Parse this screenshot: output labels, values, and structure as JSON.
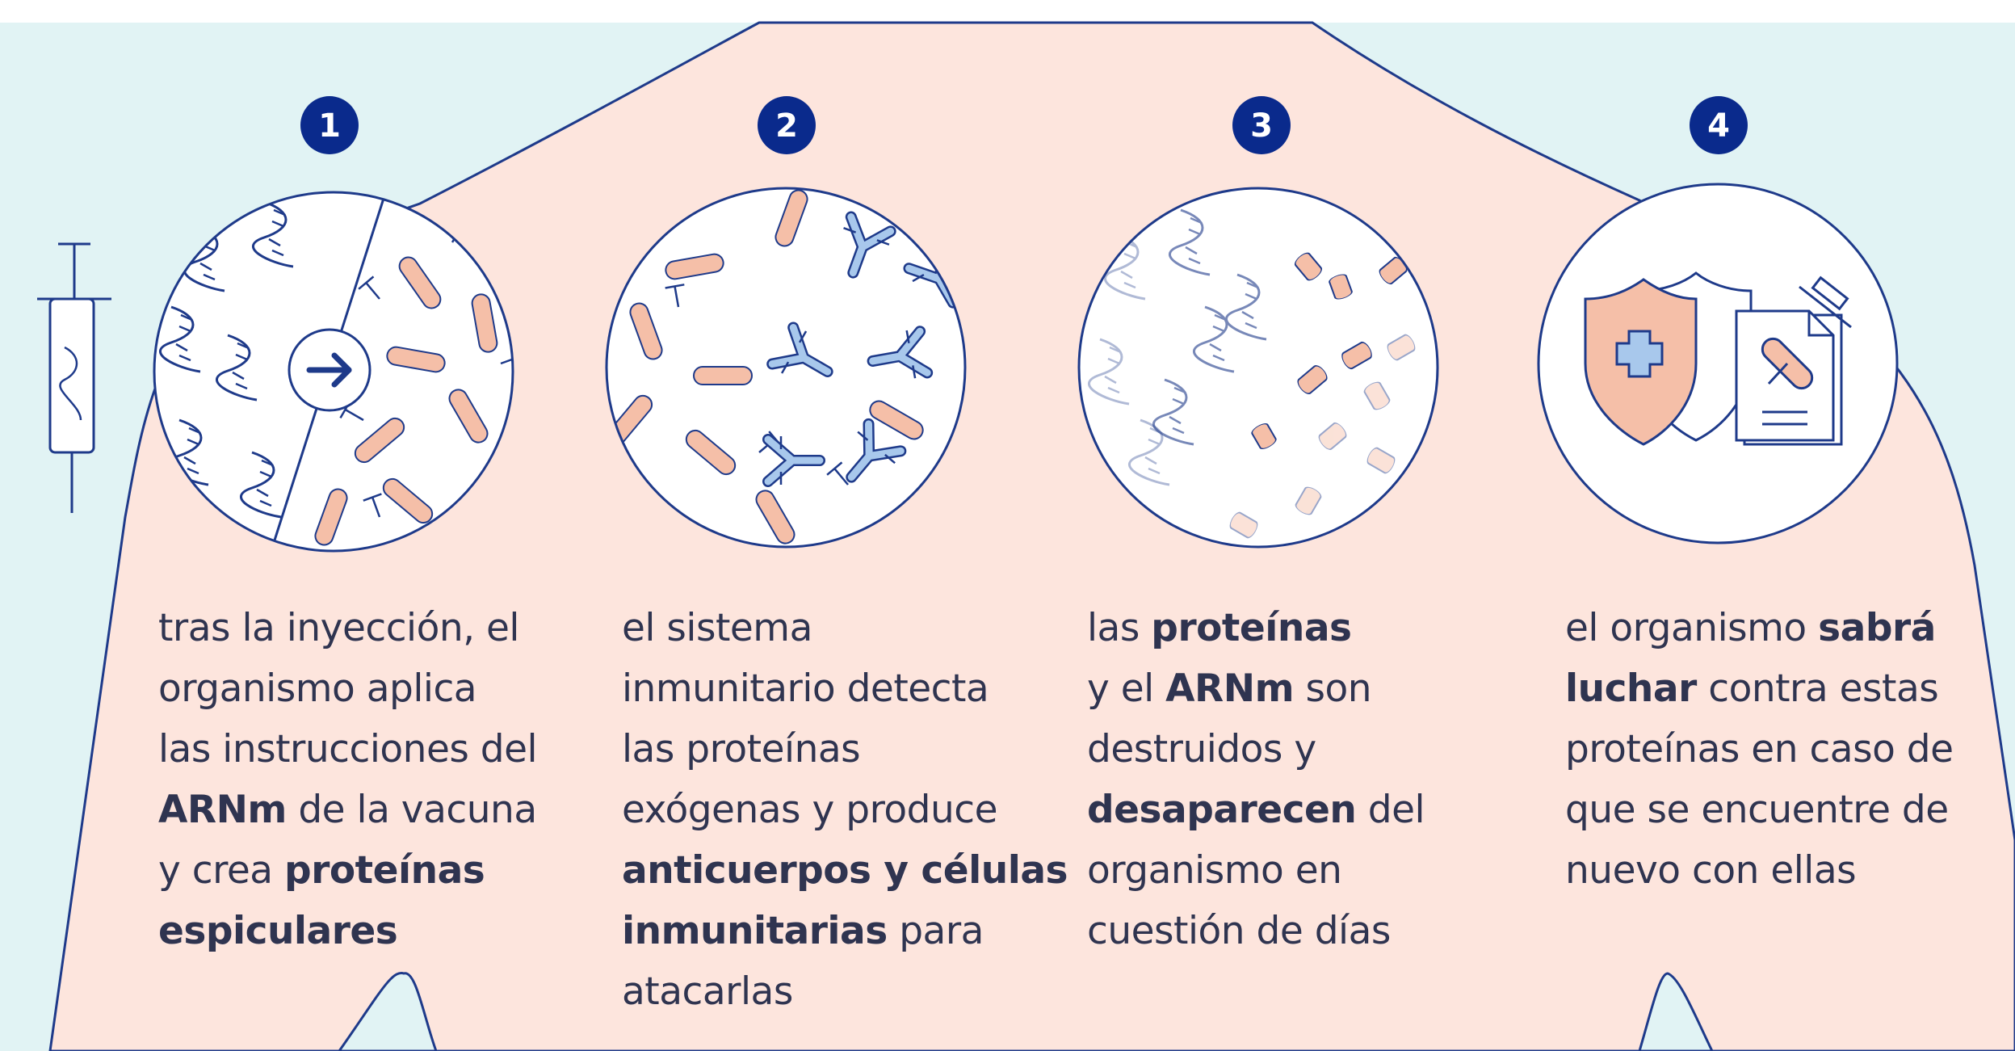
{
  "colors": {
    "background_blue": "#e1f3f4",
    "body_peach": "#fde5dd",
    "outline_navy": "#1e3a8a",
    "badge_navy": "#0a2a8c",
    "protein_peach": "#f5bfa8",
    "antibody_blue": "#a8c8ec",
    "text": "#2f3450"
  },
  "steps": [
    {
      "number": "1",
      "icon": "mrna-to-protein-icon",
      "lines": [
        [
          {
            "t": "tras la inyección, el"
          }
        ],
        [
          {
            "t": "organismo aplica"
          }
        ],
        [
          {
            "t": "las instrucciones del"
          }
        ],
        [
          {
            "t": "ARNm",
            "b": true
          },
          {
            "t": " de la vacuna"
          }
        ],
        [
          {
            "t": "y crea "
          },
          {
            "t": "proteínas",
            "b": true
          }
        ],
        [
          {
            "t": "espiculares",
            "b": true
          }
        ]
      ]
    },
    {
      "number": "2",
      "icon": "antibodies-icon",
      "lines": [
        [
          {
            "t": "el sistema"
          }
        ],
        [
          {
            "t": "inmunitario detecta"
          }
        ],
        [
          {
            "t": "las proteínas"
          }
        ],
        [
          {
            "t": "exógenas y produce"
          }
        ],
        [
          {
            "t": "anticuerpos y células",
            "b": true
          }
        ],
        [
          {
            "t": "inmunitarias",
            "b": true
          },
          {
            "t": " para"
          }
        ],
        [
          {
            "t": "atacarlas"
          }
        ]
      ]
    },
    {
      "number": "3",
      "icon": "fading-particles-icon",
      "lines": [
        [
          {
            "t": "las "
          },
          {
            "t": "proteínas",
            "b": true
          }
        ],
        [
          {
            "t": "y el "
          },
          {
            "t": "ARNm",
            "b": true
          },
          {
            "t": " son"
          }
        ],
        [
          {
            "t": "destruidos y"
          }
        ],
        [
          {
            "t": "desaparecen",
            "b": true
          },
          {
            "t": " del"
          }
        ],
        [
          {
            "t": "organismo en"
          }
        ],
        [
          {
            "t": "cuestión de días"
          }
        ]
      ]
    },
    {
      "number": "4",
      "icon": "shield-and-record-icon",
      "lines": [
        [
          {
            "t": "el organismo "
          },
          {
            "t": "sabrá",
            "b": true
          }
        ],
        [
          {
            "t": "luchar",
            "b": true
          },
          {
            "t": " contra estas"
          }
        ],
        [
          {
            "t": "proteínas en caso de"
          }
        ],
        [
          {
            "t": "que se encuentre de"
          }
        ],
        [
          {
            "t": "nuevo con ellas"
          }
        ]
      ]
    }
  ]
}
